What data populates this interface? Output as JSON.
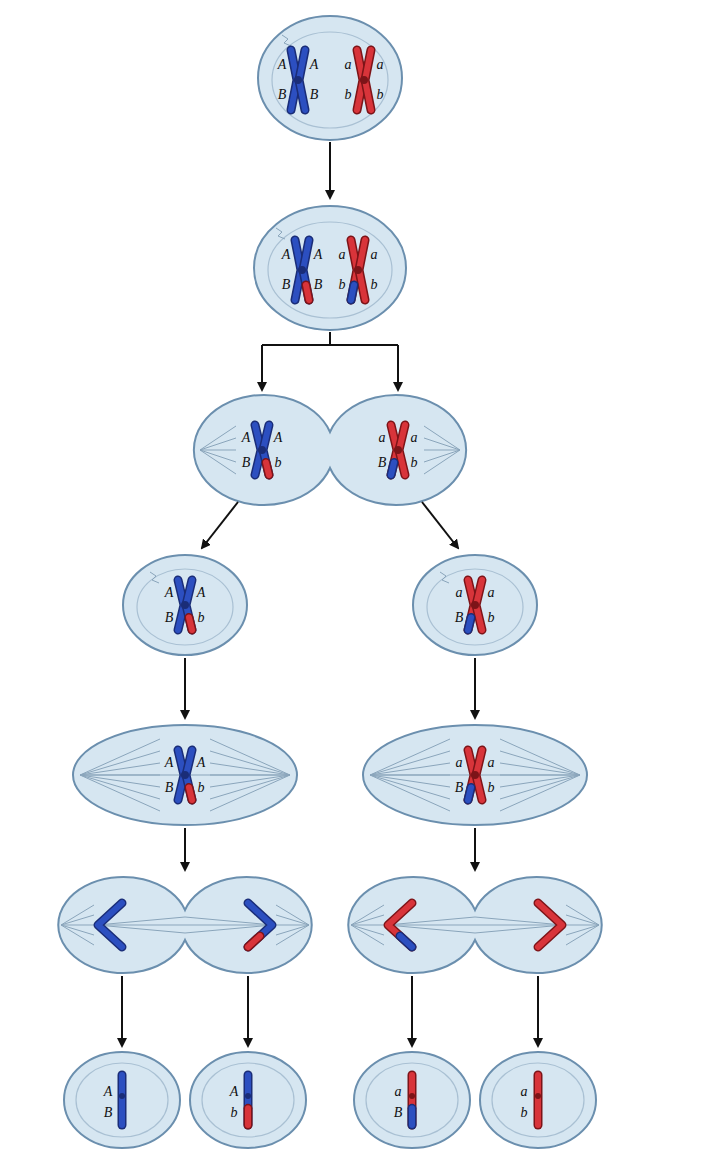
{
  "diagram": {
    "labels": [
      "A",
      "A",
      "a",
      "a",
      "B",
      "B",
      "b",
      "b",
      "A",
      "A",
      "a",
      "a",
      "B",
      "B",
      "b",
      "b",
      "A",
      "A",
      "a",
      "a",
      "B",
      "b",
      "B",
      "b",
      "A",
      "A",
      "a",
      "a",
      "B",
      "b",
      "B",
      "b",
      "A",
      "A",
      "a",
      "a",
      "B",
      "b",
      "B",
      "b",
      "A",
      "A",
      "a",
      "a",
      "B",
      "b",
      "B",
      "b"
    ]
  }
}
